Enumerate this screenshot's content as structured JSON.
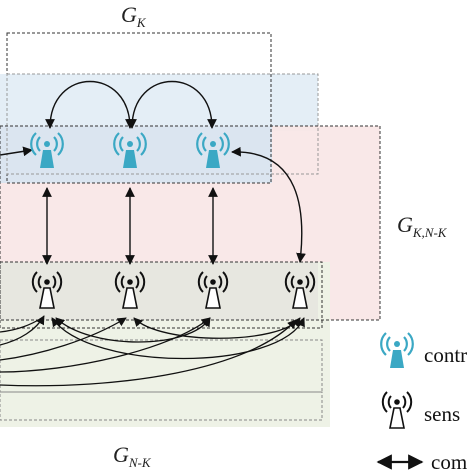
{
  "diagram": {
    "group_labels": {
      "g_k": {
        "main": "G",
        "sub": "K"
      },
      "g_kn": {
        "main": "G",
        "sub": "K,N-K"
      },
      "g_nk": {
        "main": "G",
        "sub": "N-K"
      }
    },
    "legend": {
      "controller_label": "contr",
      "sensor_label": "sens",
      "communication_label": "com"
    },
    "colors": {
      "controller": "#3ba8c4",
      "gk_fill": "#e4eef6",
      "gkn_fill": "#f8e6e6",
      "gnk_fill": "#eef2e6",
      "edge": "#111111"
    },
    "icons": {
      "controller": "controller-antenna-icon",
      "sensor": "sensor-antenna-icon",
      "link": "double-arrow-icon"
    },
    "controller_count": 3,
    "sensor_count": 4
  }
}
